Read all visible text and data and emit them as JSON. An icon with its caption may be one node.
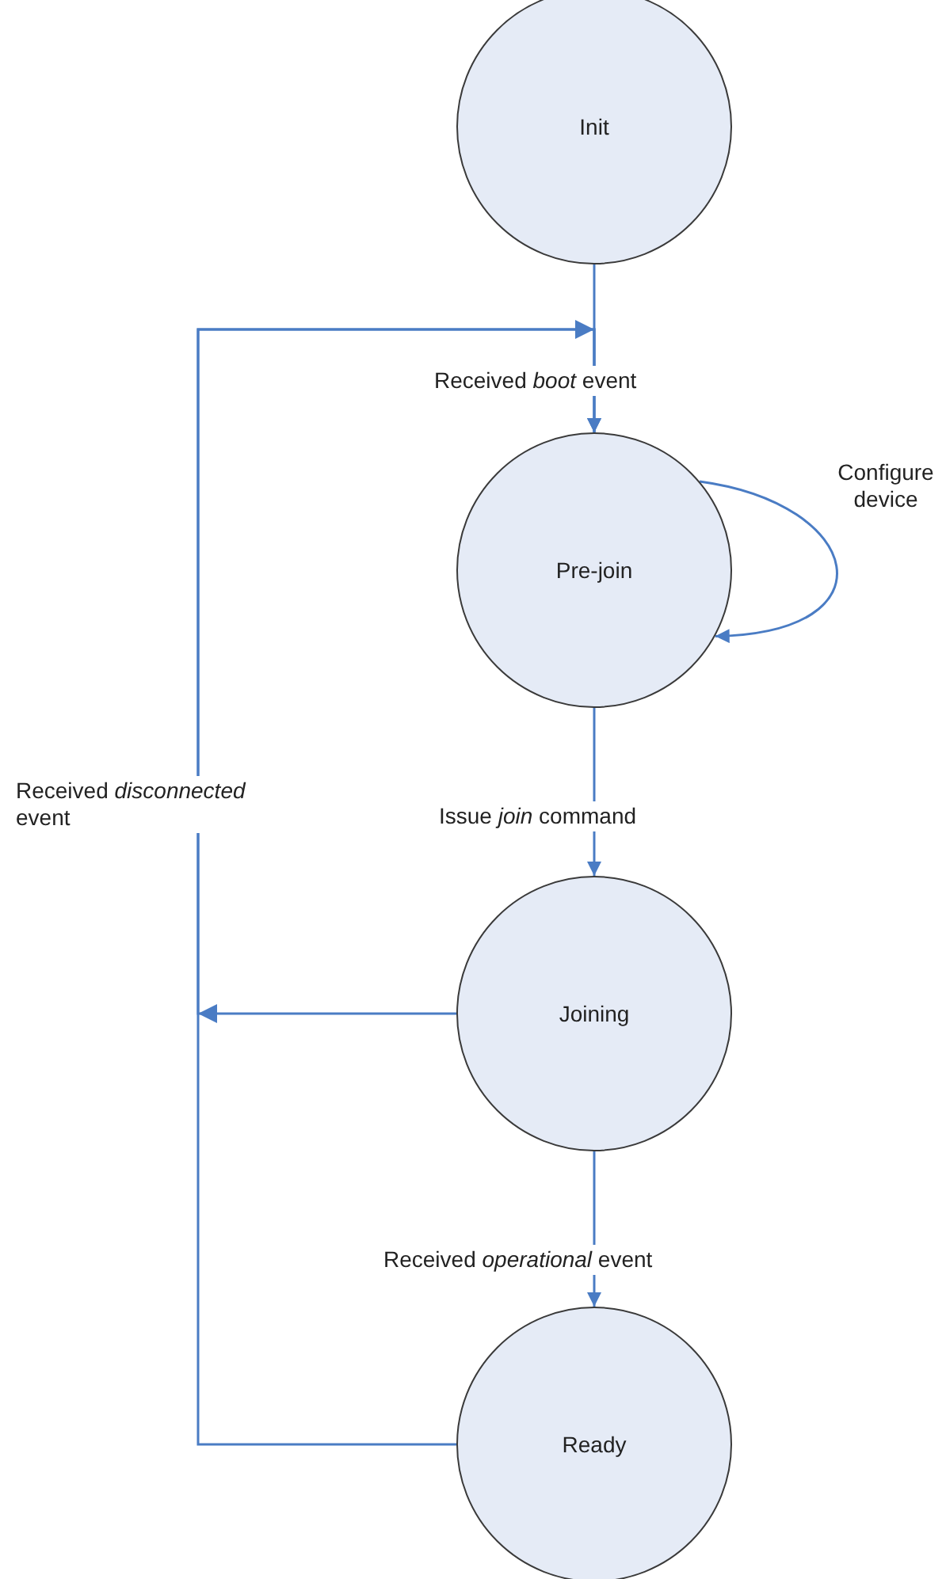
{
  "diagram": {
    "nodes": [
      {
        "text": [
          "Init"
        ]
      },
      {
        "text": [
          "Pre-join"
        ]
      },
      {
        "text": [
          "Joining"
        ]
      },
      {
        "text": [
          "Ready"
        ]
      }
    ],
    "edges": [
      {
        "from": 0,
        "to": 1,
        "arrow": "to",
        "label": "Received *boot* event"
      },
      {
        "from": 1,
        "to": 1,
        "arrow": "to",
        "label": "Configure device"
      },
      {
        "from": 1,
        "to": 2,
        "arrow": "to",
        "label": "Issue *join* command"
      },
      {
        "from": 2,
        "to": 3,
        "arrow": "to",
        "label": "Received *operational* event"
      },
      {
        "from": 2,
        "to": 1,
        "arrow": "to"
      },
      {
        "from": 3,
        "to": 1,
        "arrow": "to",
        "label": "Received *disconnected* event"
      }
    ]
  }
}
